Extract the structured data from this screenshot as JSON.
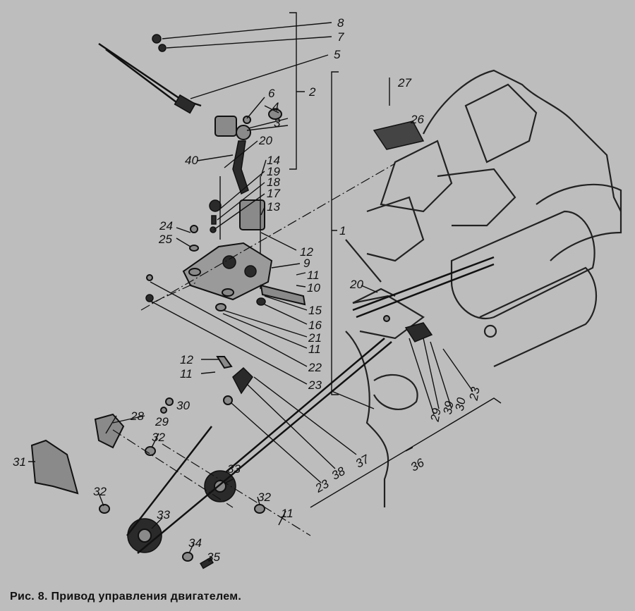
{
  "figure": {
    "caption": "Рис. 8. Привод управления двигателем.",
    "callouts": [
      "8",
      "7",
      "5",
      "6",
      "4",
      "3",
      "2",
      "20",
      "40",
      "14",
      "19",
      "18",
      "17",
      "13",
      "12",
      "9",
      "11",
      "10",
      "15",
      "16",
      "21",
      "11",
      "22",
      "23",
      "1",
      "24",
      "25",
      "27",
      "26",
      "20",
      "23",
      "30",
      "39",
      "29",
      "36",
      "37",
      "38",
      "23",
      "12",
      "11",
      "30",
      "29",
      "28",
      "32",
      "31",
      "33",
      "32",
      "32",
      "33",
      "11",
      "34",
      "35"
    ]
  }
}
